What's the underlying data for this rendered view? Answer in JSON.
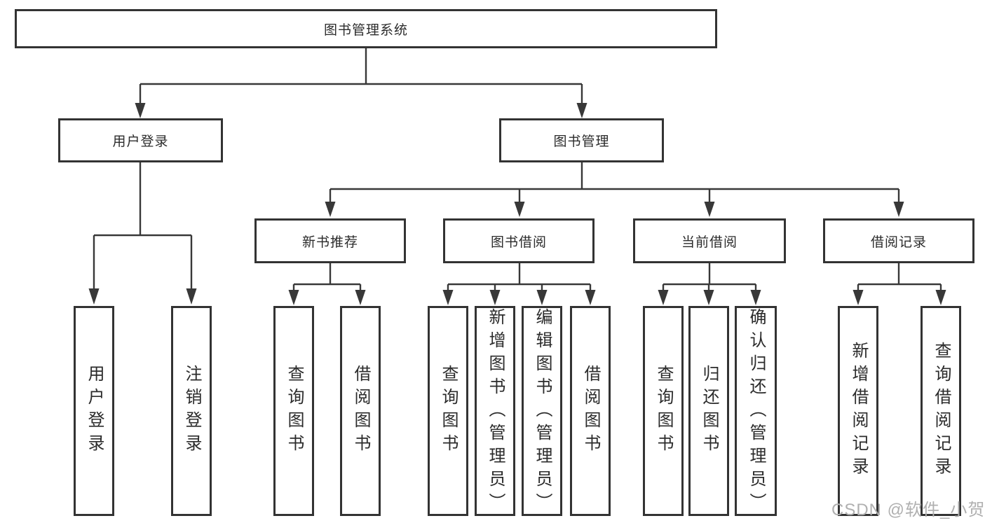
{
  "diagram": {
    "root": {
      "label": "图书管理系统"
    },
    "branches": [
      {
        "label": "用户登录",
        "children": [
          {
            "label": "用户登录"
          },
          {
            "label": "注销登录"
          }
        ]
      },
      {
        "label": "图书管理",
        "children": [
          {
            "label": "新书推荐",
            "children": [
              {
                "label": "查询图书"
              },
              {
                "label": "借阅图书"
              }
            ]
          },
          {
            "label": "图书借阅",
            "children": [
              {
                "label": "查询图书"
              },
              {
                "label": "新增图书（管理员）"
              },
              {
                "label": "编辑图书（管理员）"
              },
              {
                "label": "借阅图书"
              }
            ]
          },
          {
            "label": "当前借阅",
            "children": [
              {
                "label": "查询图书"
              },
              {
                "label": "归还图书"
              },
              {
                "label": "确认归还（管理员）"
              }
            ]
          },
          {
            "label": "借阅记录",
            "children": [
              {
                "label": "新增借阅记录"
              },
              {
                "label": "查询借阅记录"
              }
            ]
          }
        ]
      }
    ]
  },
  "watermark": {
    "text": "CSDN @软件_小贺同学"
  },
  "colors": {
    "line": "#383838",
    "box_border": "#333333",
    "text": "#2b2b2b",
    "watermark": "#b0b0b0",
    "background": "#ffffff"
  }
}
